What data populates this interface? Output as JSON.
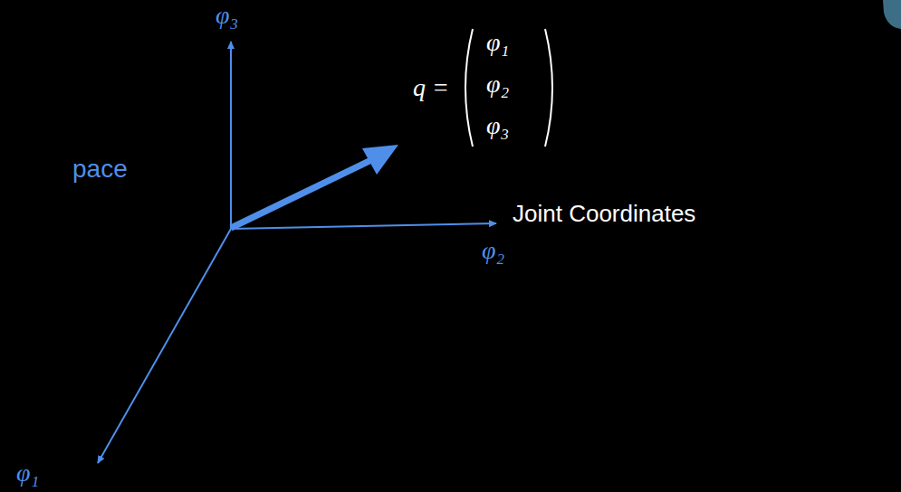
{
  "diagram": {
    "labels": [
      "pace",
      "φ₃",
      "q =",
      "φ₁",
      "φ₂",
      "φ₃",
      "Joint Coordinates",
      "φ₂",
      "φ₁"
    ]
  }
}
